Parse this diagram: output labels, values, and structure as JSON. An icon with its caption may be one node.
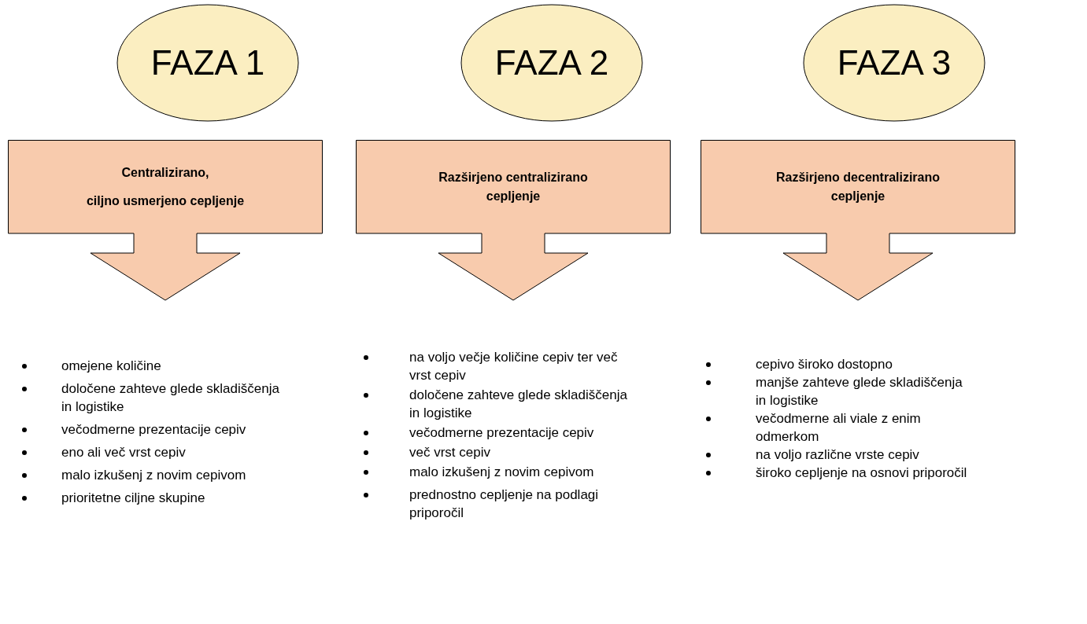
{
  "diagram": {
    "nodes": [
      {
        "text": [
          "FAZA 1"
        ]
      },
      {
        "text": [
          "Centralizirano,",
          "ciljno usmerjeno cepljenje"
        ]
      },
      {
        "text": [
          "FAZA 2"
        ]
      },
      {
        "text": [
          "Razširjeno centralizirano cepljenje"
        ]
      },
      {
        "text": [
          "FAZA 3"
        ]
      },
      {
        "text": [
          "Razširjeno decentralizirano cepljenje"
        ]
      }
    ],
    "labels": [
      "omejene količine",
      "določene zahteve glede skladiščenja in logistike",
      "večodmerne prezentacije cepiv",
      "eno ali več vrst cepiv",
      "malo izkušenj z novim cepivom",
      "prioritetne ciljne skupine",
      "na voljo večje količine cepiv ter več vrst cepiv",
      "določene zahteve glede skladiščenja in logistike",
      "večodmerne prezentacije cepiv",
      "več vrst cepiv",
      "malo izkušenj z novim cepivom",
      "prednostno cepljenje na podlagi priporočil",
      "cepivo široko dostopno",
      "manjše zahteve glede skladiščenja in logistike",
      "večodmerne ali viale z enim odmerkom",
      "na voljo različne vrste cepiv",
      "široko cepljenje na osnovi priporočil"
    ]
  }
}
